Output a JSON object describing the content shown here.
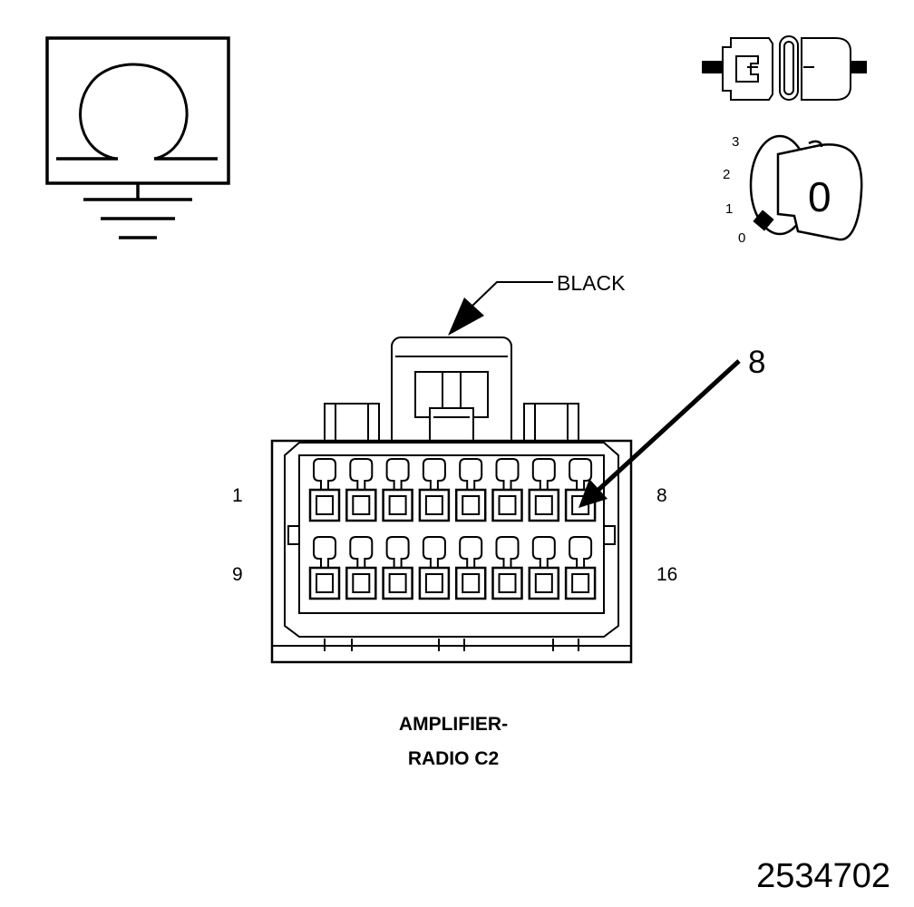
{
  "connector": {
    "color_label": "BLACK",
    "callout_pin": "8",
    "pins_per_row": 8,
    "row_labels": {
      "top_left": "1",
      "top_right": "8",
      "bottom_left": "9",
      "bottom_right": "16"
    }
  },
  "title": {
    "line1": "AMPLIFIER-",
    "line2": "RADIO C2"
  },
  "figure_id": "2534702",
  "ignition_key": {
    "positions": [
      "3",
      "2",
      "1",
      "0"
    ],
    "key_face": "0"
  },
  "icons": [
    "ohmmeter-ground-icon",
    "connector-plug-icon",
    "ignition-key-icon"
  ]
}
